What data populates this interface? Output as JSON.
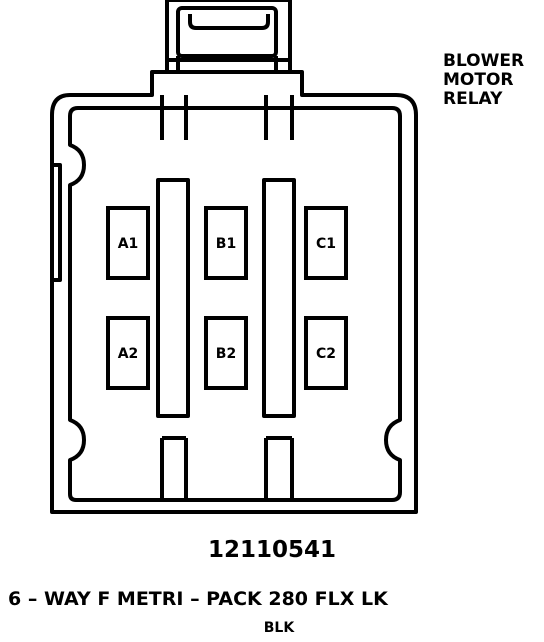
{
  "relay_label": [
    "BLOWER",
    "MOTOR",
    "RELAY"
  ],
  "part_number": "12110541",
  "connector_description": "6 – WAY F METRI – PACK 280 FLX LK",
  "connector_color": "BLK",
  "pins": [
    {
      "id": "A1",
      "row": 0,
      "col": 0
    },
    {
      "id": "B1",
      "row": 0,
      "col": 1
    },
    {
      "id": "C1",
      "row": 0,
      "col": 2
    },
    {
      "id": "A2",
      "row": 1,
      "col": 0
    },
    {
      "id": "B2",
      "row": 1,
      "col": 1
    },
    {
      "id": "C2",
      "row": 1,
      "col": 2
    }
  ],
  "colors": {
    "line": "#000000",
    "background": "#ffffff"
  }
}
